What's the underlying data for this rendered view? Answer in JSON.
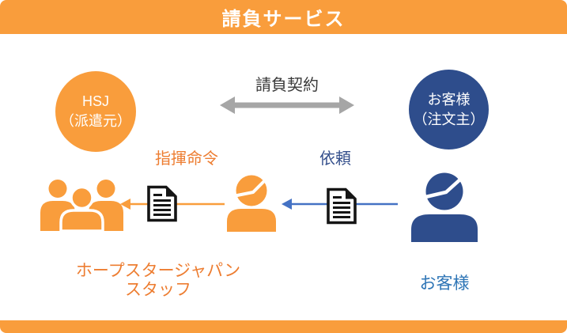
{
  "colors": {
    "orange": "#F99D3C",
    "orange_text": "#ED7D31",
    "navy": "#2E4D8C",
    "navy_text": "#35508C",
    "blue_text": "#2E75B6",
    "arrow_blue": "#4472C4",
    "arrow_gray": "#A6A6A6",
    "label_dark": "#3A3A3A",
    "title_text": "#FFFFFF"
  },
  "header": {
    "title": "請負サービス"
  },
  "diagram": {
    "hsj_circle": {
      "line1": "HSJ",
      "line2": "（派遣元）"
    },
    "customer_circle": {
      "line1": "お客様",
      "line2": "（注文主）"
    },
    "contract_arrow_label": "請負契約",
    "command_label": "指揮命令",
    "request_label": "依頼",
    "staff_label": {
      "line1": "ホープスタージャパン",
      "line2": "スタッフ"
    },
    "customer_label": "お客様",
    "icons": {
      "contract": "double-headed-arrow-icon",
      "staff_group": "staff-group-icon",
      "command_arrow": "left-arrow-icon",
      "command_document": "document-icon",
      "worker": "worker-person-icon",
      "request_arrow": "left-arrow-icon",
      "request_document": "document-icon",
      "customer": "customer-person-icon"
    }
  }
}
